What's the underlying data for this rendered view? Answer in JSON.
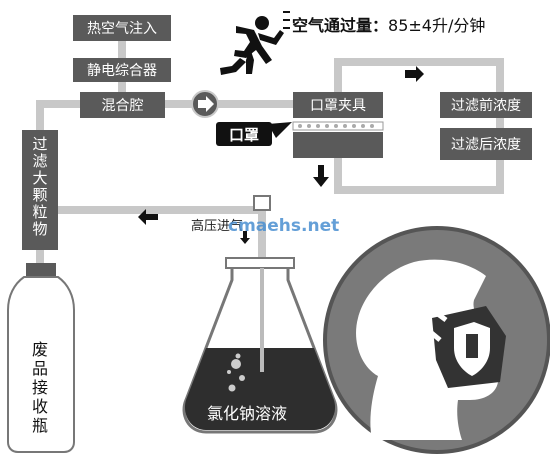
{
  "labels": {
    "hot_air_inlet": "热空气注入",
    "electrostatic_mixer": "静电综合器",
    "mixing_chamber": "混合腔",
    "mask_holder": "口罩夹具",
    "mask": "口罩",
    "pre_filter_concentration": "过滤前浓度",
    "post_filter_concentration": "过滤后浓度",
    "filter_large_particles": "过滤大颗粒物",
    "waste_collection_bottle": "废品接收瓶",
    "high_pressure_inlet": "高压进气",
    "sodium_chloride_solution": "氯化钠溶液"
  },
  "airflow": {
    "label": "空气通过量：",
    "value": "85±4升/分钟"
  },
  "watermark": "cmaehs.net",
  "colors": {
    "box_fill": "#5a5a5a",
    "pipe": "#c8c8c8",
    "dark_label": "#111111",
    "liquid": "#2e2e2e",
    "circle_bg": "#7a7a7a"
  }
}
